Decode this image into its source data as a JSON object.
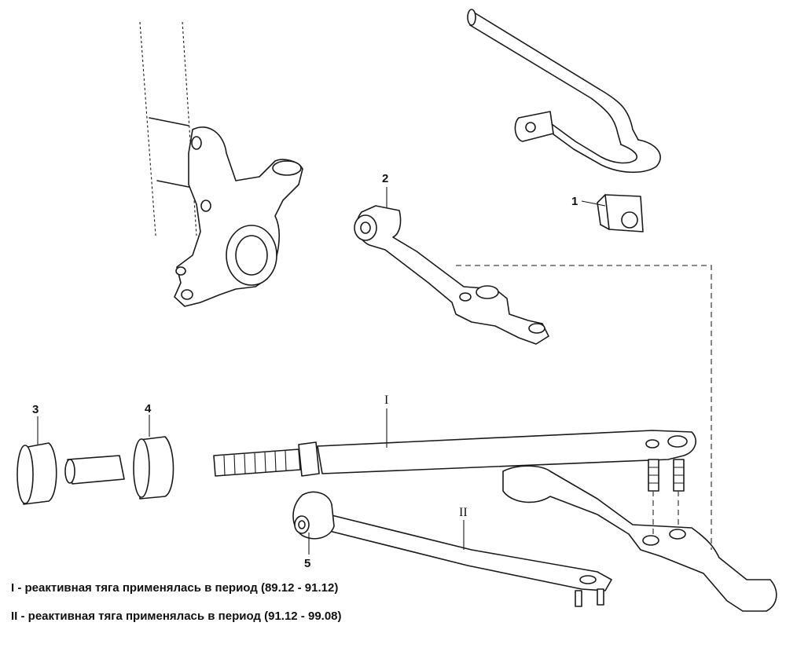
{
  "callouts": {
    "c1": "1",
    "c2": "2",
    "c3": "3",
    "c4": "4",
    "c5": "5",
    "cI": "I",
    "cII": "II"
  },
  "captions": {
    "line1": "I - реактивная тяга применялась в период (89.12 - 91.12)",
    "line2": "II - реактивная тяга применялась в период (91.12 - 99.08)"
  },
  "colors": {
    "ink": "#1a1a1a",
    "paper": "#ffffff"
  }
}
